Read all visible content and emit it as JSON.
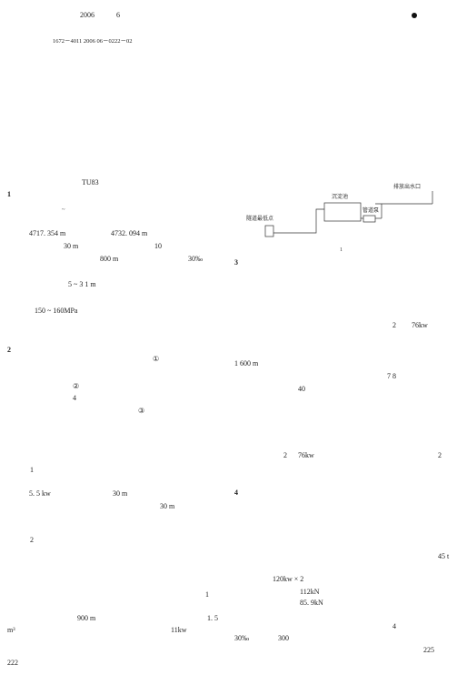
{
  "header": {
    "year": "2006",
    "issue": "6"
  },
  "article": {
    "code": "1672－4011 2006 06－0222－02",
    "classification": "TU83"
  },
  "left": {
    "sec1": "1",
    "tilde": "~",
    "elev": "4717. 354 m",
    "elev2": "4732. 094 m",
    "l30": "30 m",
    "l10": "10",
    "l800": "800 m",
    "l30p": "30‰",
    "depth": "5 ~ 3 1 m",
    "pressure": "150 ~ 160MPa",
    "sec2": "2",
    "c1": "①",
    "c2": "②",
    "n4": "4",
    "c3": "③",
    "i1": "1",
    "power": "5. 5 kw",
    "l30b": "30 m",
    "l30c": "30 m",
    "i2": "2",
    "one": "1",
    "l900": "900 m",
    "v15": "1. 5",
    "m3": "m³",
    "p11": "11kw",
    "page": "222"
  },
  "right": {
    "sec3": "3",
    "p2": "2",
    "p76": "76kw",
    "l1600": "1 600 m",
    "r78": "7 8",
    "r40": "40",
    "q2": "2",
    "q76": "76kw",
    "q2r": "2",
    "sec4": "4",
    "t45": "45 t",
    "kw120": "120kw × 2",
    "kn112": "112kN",
    "kn859": "85. 9kN",
    "n4b": "4",
    "grade": "30‰",
    "d300": "300",
    "page": "225"
  },
  "figure": {
    "label_left": "隧道最低点",
    "label_mid": "沉淀池",
    "label_pipe": "管道泵",
    "label_right": "排放出水口",
    "num": "1"
  }
}
